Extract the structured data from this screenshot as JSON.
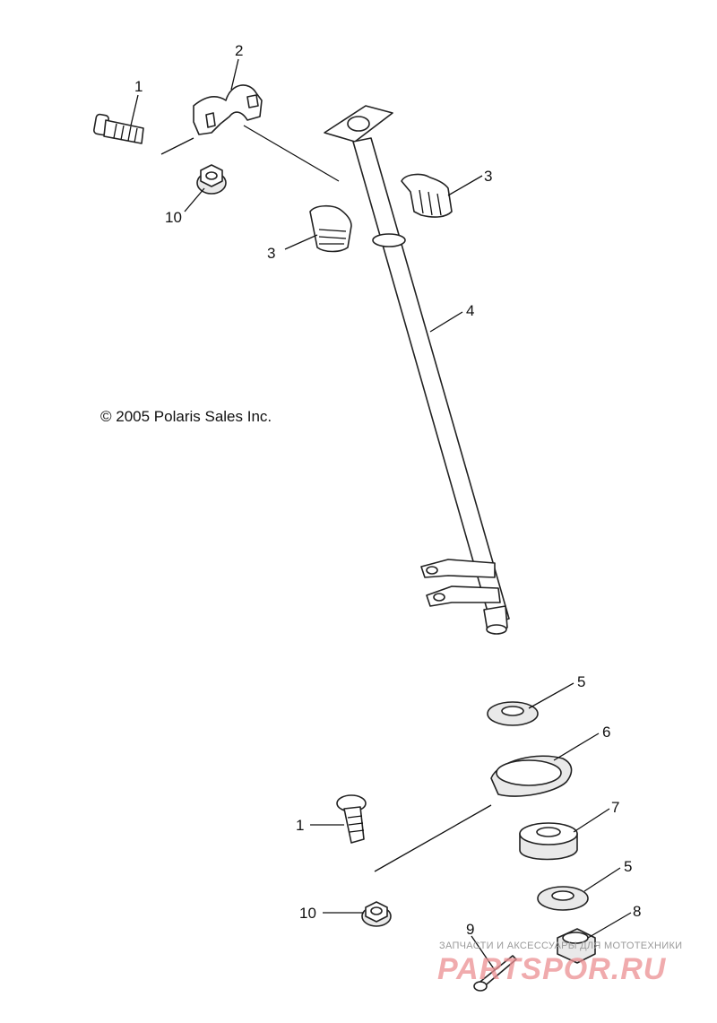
{
  "copyright": "© 2005 Polaris Sales Inc.",
  "callouts": [
    "1",
    "2",
    "3",
    "3",
    "4",
    "10",
    "5",
    "6",
    "1",
    "7",
    "5",
    "10",
    "9",
    "8"
  ],
  "watermark": {
    "tagline": "ЗАПЧАСТИ И АКСЕССУАРЫ ДЛЯ МОТОТЕХНИКИ",
    "brand": "PARTSPOR.RU"
  }
}
